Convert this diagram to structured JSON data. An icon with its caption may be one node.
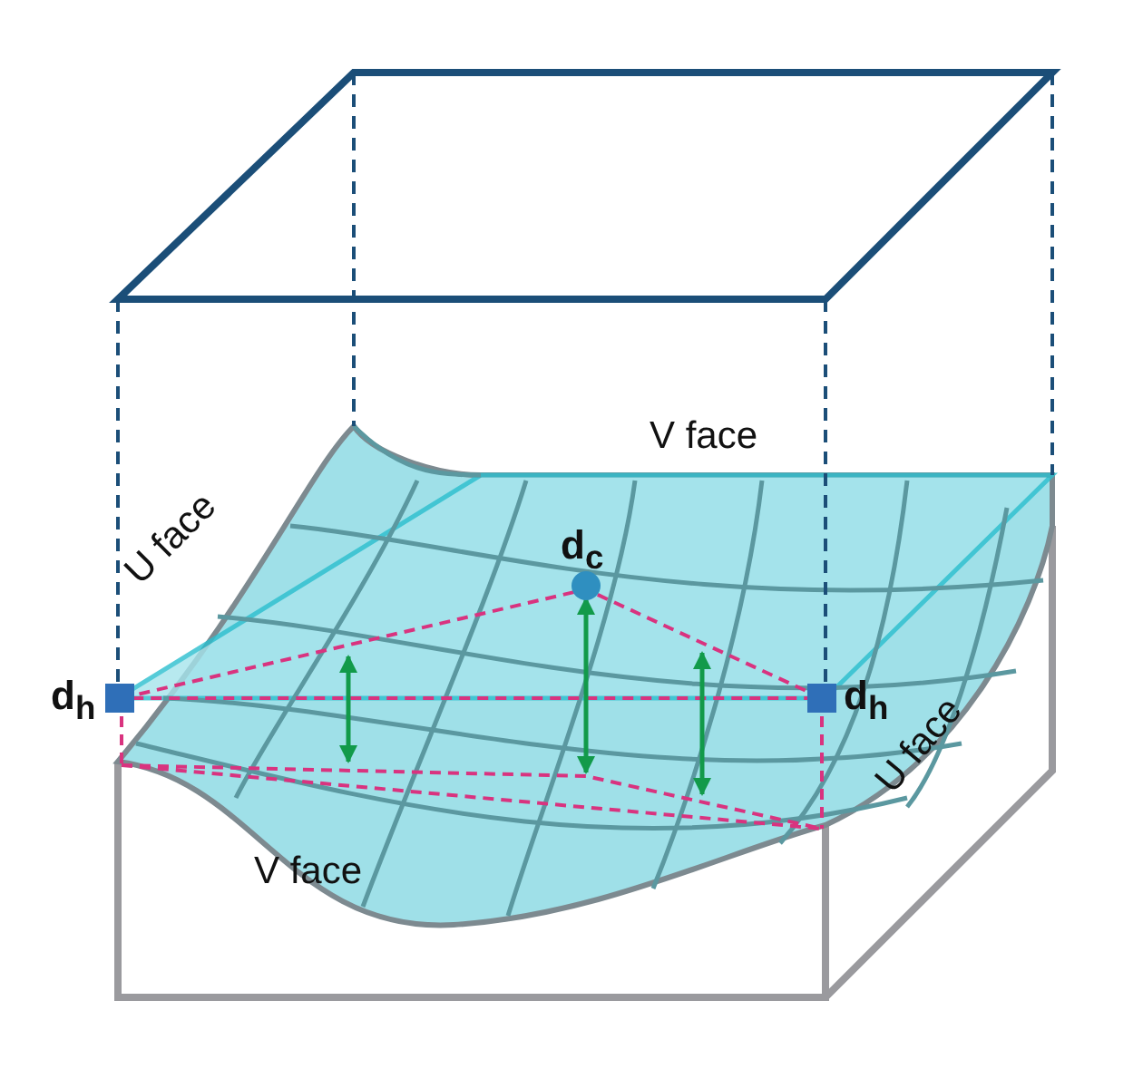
{
  "diagram": {
    "labels": [
      "V face",
      "U face",
      "d$_{c}$",
      "d$_{h}$",
      "d$_{h}$",
      "U face",
      "V face"
    ]
  }
}
